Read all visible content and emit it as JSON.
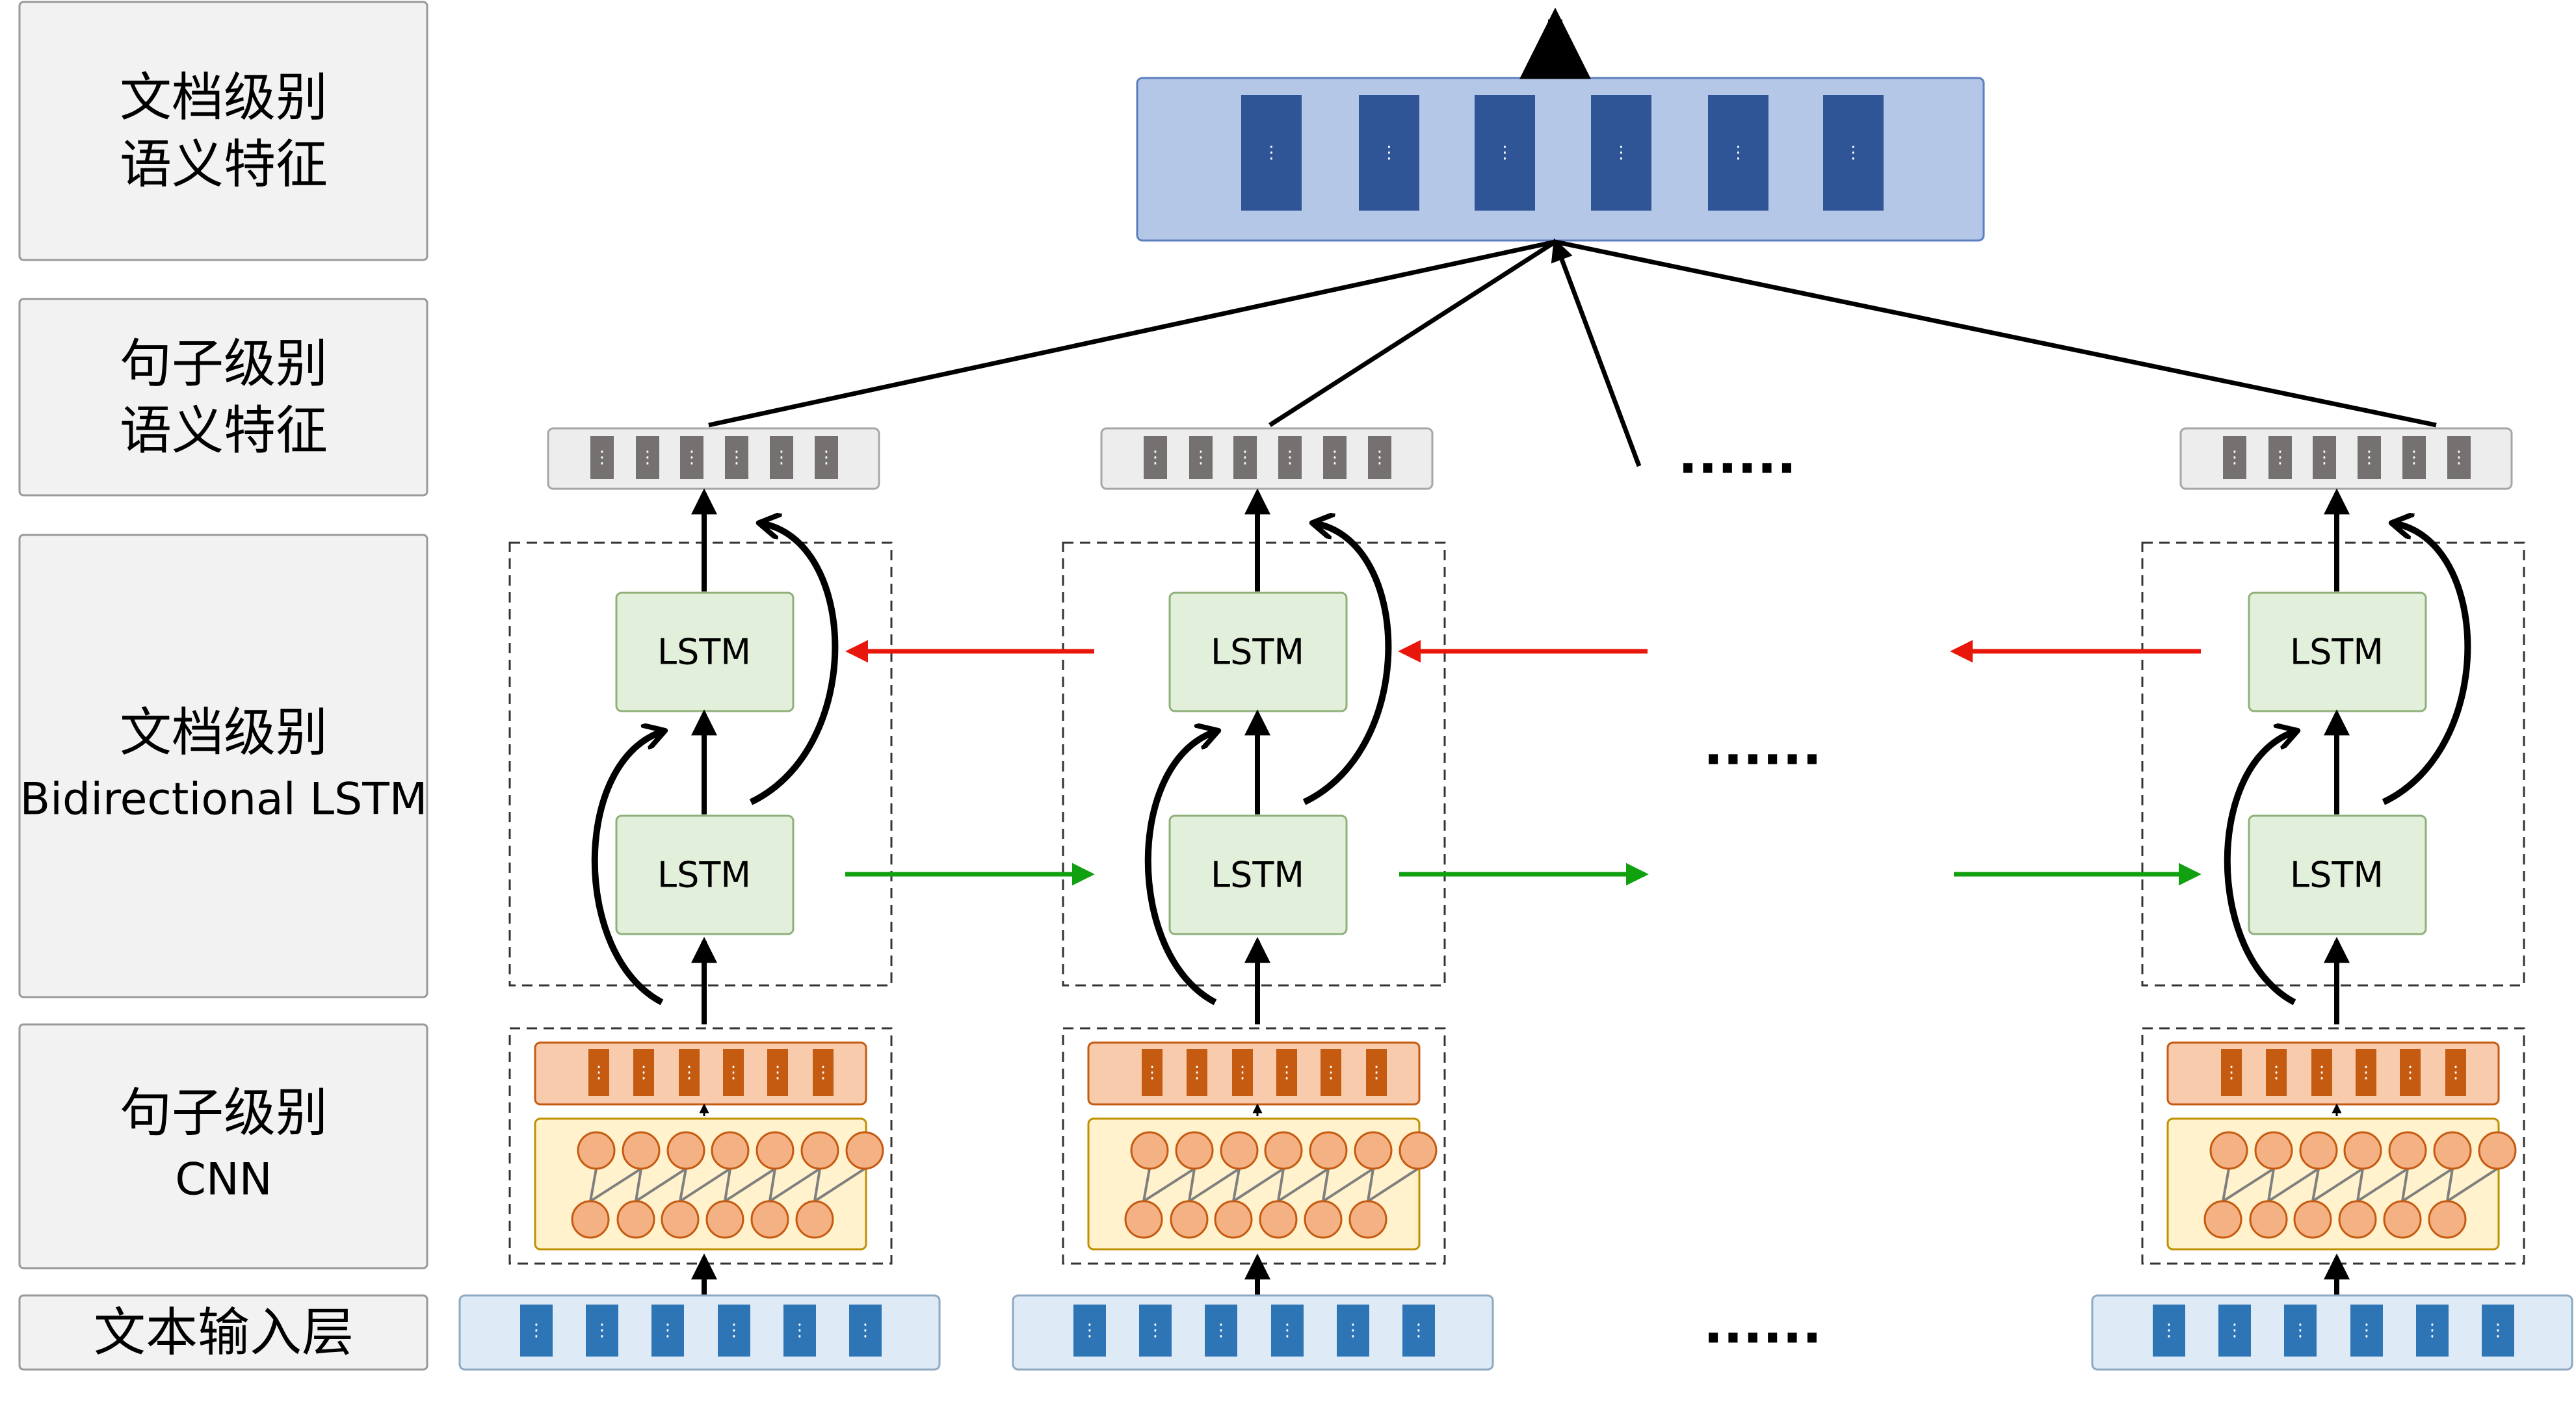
{
  "layers": [
    {
      "label_lines": [
        "文档级别",
        "语义特征"
      ]
    },
    {
      "label_lines": [
        "句子级别",
        "语义特征"
      ]
    },
    {
      "label_lines": [
        "文档级别",
        "Bidirectional LSTM"
      ]
    },
    {
      "label_lines": [
        "句子级别",
        "CNN"
      ]
    },
    {
      "label_lines": [
        "文本输入层"
      ]
    }
  ],
  "lstm_label": "LSTM",
  "ellipsis": "......",
  "cell_dots": "⋮",
  "colors": {
    "label_box_fill": "#f2f2f2",
    "label_box_stroke": "#999999",
    "doc_feature_fill": "#b4c7e7",
    "doc_feature_stroke": "#5b7fbf",
    "doc_cell": "#2f5597",
    "sent_feature_fill": "#ededed",
    "sent_feature_stroke": "#a6a6a6",
    "sent_cell": "#767171",
    "lstm_fill": "#e2efda",
    "lstm_stroke": "#8fb07a",
    "cnn_feature_fill": "#f8cbad",
    "cnn_feature_stroke": "#c55a11",
    "cnn_cell": "#c55a11",
    "neuron_fill": "#f4b183",
    "neuron_stroke": "#c55a11",
    "conv_bg": "#fff2cc",
    "conv_stroke": "#bf9000",
    "input_fill": "#deebf7",
    "input_stroke": "#8ea9c1",
    "input_cell": "#2e75b6",
    "backward_arrow": "#e8170c",
    "forward_arrow": "#10a010",
    "arrow": "#000000"
  }
}
